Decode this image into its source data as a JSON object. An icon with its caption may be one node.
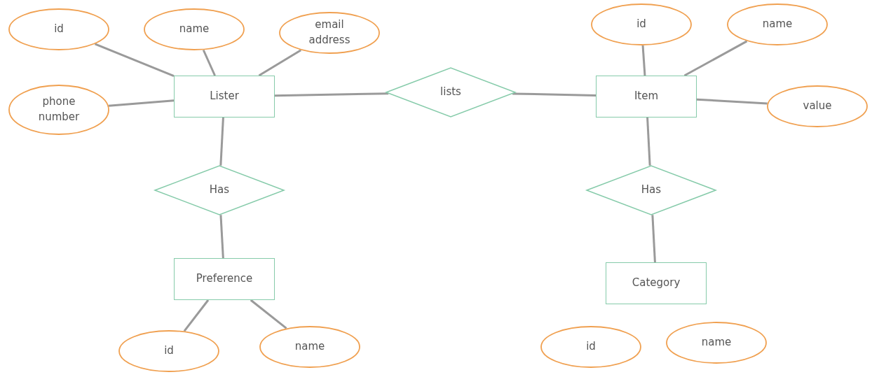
{
  "diagram": {
    "nodes": [
      {
        "text": [
          "id"
        ]
      },
      {
        "text": [
          "name"
        ]
      },
      {
        "text": [
          "email address"
        ]
      },
      {
        "text": [
          "phone number"
        ]
      },
      {
        "text": [
          "Lister"
        ]
      },
      {
        "text": [
          "lists"
        ]
      },
      {
        "text": [
          "id"
        ]
      },
      {
        "text": [
          "name"
        ]
      },
      {
        "text": [
          "Item"
        ]
      },
      {
        "text": [
          "value"
        ]
      },
      {
        "text": [
          "Has"
        ]
      },
      {
        "text": [
          "Has"
        ]
      },
      {
        "text": [
          "Preference"
        ]
      },
      {
        "text": [
          "Category"
        ]
      },
      {
        "text": [
          "id"
        ]
      },
      {
        "text": [
          "name"
        ]
      },
      {
        "text": [
          "id"
        ]
      },
      {
        "text": [
          "name"
        ]
      }
    ],
    "edges": [
      {
        "from": 0,
        "to": 4,
        "arrow": "none"
      },
      {
        "from": 1,
        "to": 4,
        "arrow": "none"
      },
      {
        "from": 2,
        "to": 4,
        "arrow": "none"
      },
      {
        "from": 3,
        "to": 4,
        "arrow": "none"
      },
      {
        "from": 4,
        "to": 5,
        "arrow": "none"
      },
      {
        "from": 5,
        "to": 8,
        "arrow": "none"
      },
      {
        "from": 6,
        "to": 8,
        "arrow": "none"
      },
      {
        "from": 7,
        "to": 8,
        "arrow": "none"
      },
      {
        "from": 9,
        "to": 8,
        "arrow": "none"
      },
      {
        "from": 4,
        "to": 10,
        "arrow": "none"
      },
      {
        "from": 10,
        "to": 12,
        "arrow": "none"
      },
      {
        "from": 8,
        "to": 11,
        "arrow": "none"
      },
      {
        "from": 11,
        "to": 13,
        "arrow": "none"
      },
      {
        "from": 12,
        "to": 14,
        "arrow": "none"
      },
      {
        "from": 12,
        "to": 15,
        "arrow": "none"
      }
    ]
  }
}
